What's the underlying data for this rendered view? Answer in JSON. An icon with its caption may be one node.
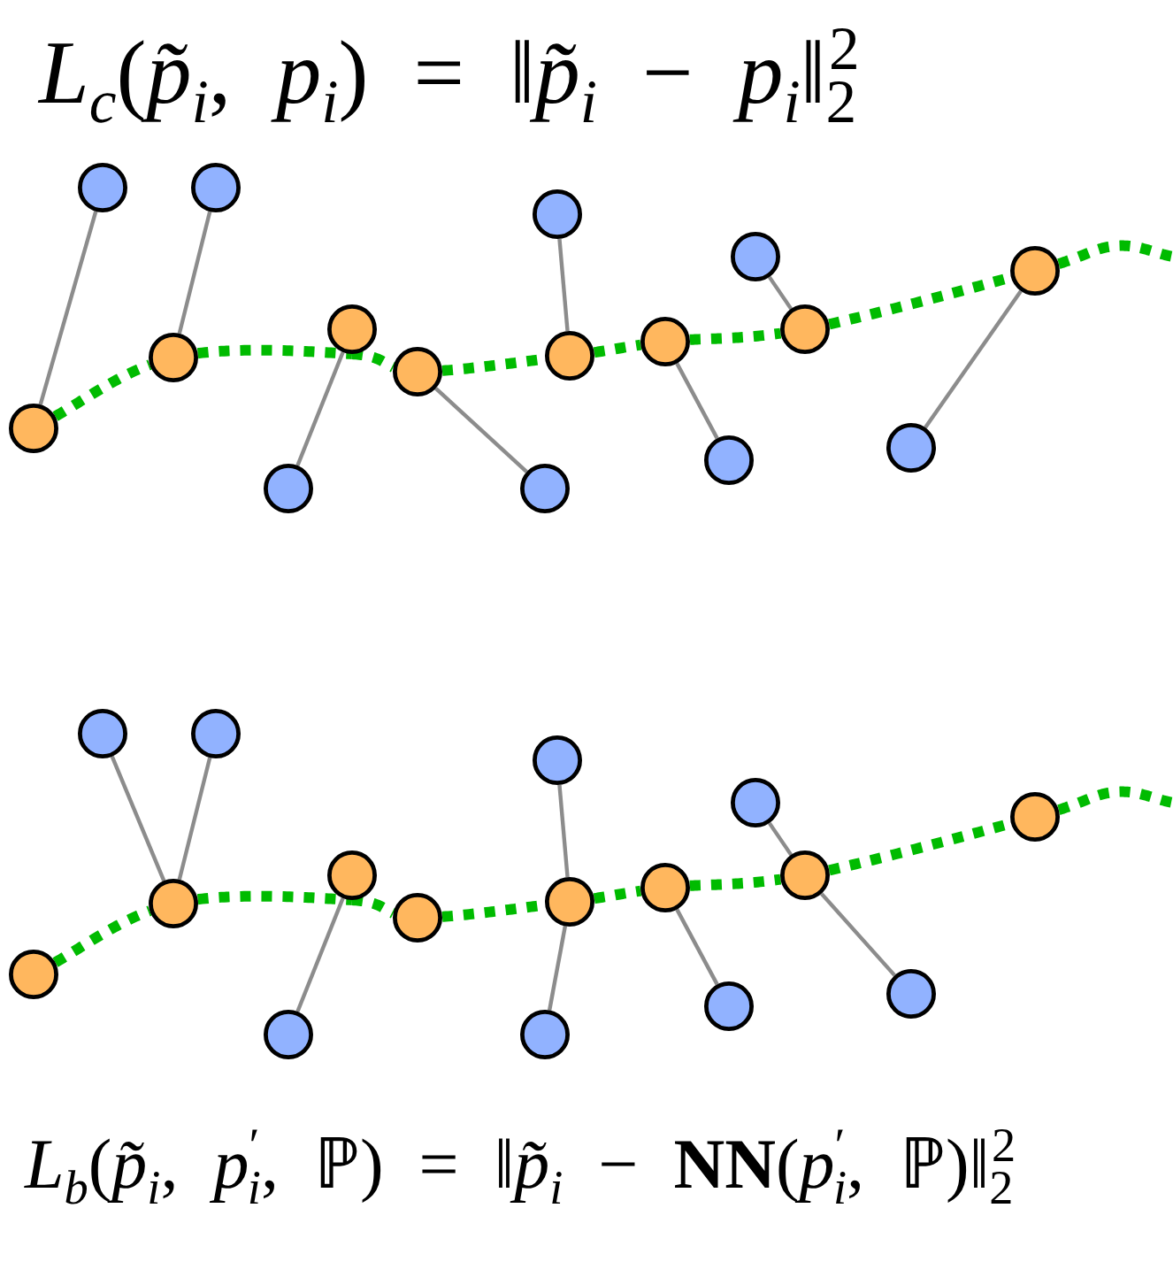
{
  "diagram": {
    "nodes": [
      {
        "text": [],
        "shape": "circle"
      },
      {
        "text": [],
        "shape": "circle"
      },
      {
        "text": [],
        "shape": "circle"
      },
      {
        "text": [],
        "shape": "circle"
      },
      {
        "text": [],
        "shape": "circle"
      },
      {
        "text": [],
        "shape": "circle"
      },
      {
        "text": [],
        "shape": "circle"
      },
      {
        "text": [],
        "shape": "circle"
      },
      {
        "text": [],
        "shape": "circle"
      },
      {
        "text": [],
        "shape": "circle"
      },
      {
        "text": [],
        "shape": "circle"
      },
      {
        "text": [],
        "shape": "circle"
      },
      {
        "text": [],
        "shape": "circle"
      },
      {
        "text": [],
        "shape": "circle"
      },
      {
        "text": [],
        "shape": "circle"
      },
      {
        "text": [],
        "shape": "circle"
      },
      {
        "text": [],
        "shape": "circle"
      },
      {
        "text": [],
        "shape": "circle"
      },
      {
        "text": [],
        "shape": "circle"
      },
      {
        "text": [],
        "shape": "circle"
      },
      {
        "text": [],
        "shape": "circle"
      },
      {
        "text": [],
        "shape": "circle"
      },
      {
        "text": [],
        "shape": "circle"
      },
      {
        "text": [],
        "shape": "circle"
      },
      {
        "text": [],
        "shape": "circle"
      },
      {
        "text": [],
        "shape": "circle"
      },
      {
        "text": [],
        "shape": "circle"
      },
      {
        "text": [],
        "shape": "circle"
      },
      {
        "text": [],
        "shape": "circle"
      },
      {
        "text": [],
        "shape": "circle"
      },
      {
        "text": [],
        "shape": "circle"
      },
      {
        "text": [],
        "shape": "circle"
      }
    ],
    "edges": [
      {
        "from": 0,
        "to": 1,
        "arrow": "none",
        "style": "dashed",
        "color": "#00bb00"
      },
      {
        "from": 1,
        "to": 2,
        "arrow": "none",
        "style": "dashed",
        "color": "#00bb00"
      },
      {
        "from": 2,
        "to": 3,
        "arrow": "none",
        "style": "dashed",
        "color": "#00bb00"
      },
      {
        "from": 3,
        "to": 4,
        "arrow": "none",
        "style": "dashed",
        "color": "#00bb00"
      },
      {
        "from": 4,
        "to": 5,
        "arrow": "none",
        "style": "dashed",
        "color": "#00bb00"
      },
      {
        "from": 5,
        "to": 6,
        "arrow": "none",
        "style": "dashed",
        "color": "#00bb00"
      },
      {
        "from": 6,
        "to": 7,
        "arrow": "none",
        "style": "dashed",
        "color": "#00bb00"
      },
      {
        "from": 7,
        "to": null,
        "arrow": "none",
        "style": "dashed",
        "color": "#00bb00"
      },
      {
        "from": 8,
        "to": 0,
        "arrow": "none",
        "color": "#8c8c8c"
      },
      {
        "from": 9,
        "to": 1,
        "arrow": "none",
        "color": "#8c8c8c"
      },
      {
        "from": 10,
        "to": 2,
        "arrow": "none",
        "color": "#8c8c8c"
      },
      {
        "from": 11,
        "to": 3,
        "arrow": "none",
        "color": "#8c8c8c"
      },
      {
        "from": 12,
        "to": 4,
        "arrow": "none",
        "color": "#8c8c8c"
      },
      {
        "from": 13,
        "to": 5,
        "arrow": "none",
        "color": "#8c8c8c"
      },
      {
        "from": 14,
        "to": 6,
        "arrow": "none",
        "color": "#8c8c8c"
      },
      {
        "from": 15,
        "to": 7,
        "arrow": "none",
        "color": "#8c8c8c"
      },
      {
        "from": 16,
        "to": 17,
        "arrow": "none",
        "style": "dashed",
        "color": "#00bb00"
      },
      {
        "from": 17,
        "to": 18,
        "arrow": "none",
        "style": "dashed",
        "color": "#00bb00"
      },
      {
        "from": 18,
        "to": 19,
        "arrow": "none",
        "style": "dashed",
        "color": "#00bb00"
      },
      {
        "from": 19,
        "to": 20,
        "arrow": "none",
        "style": "dashed",
        "color": "#00bb00"
      },
      {
        "from": 20,
        "to": 21,
        "arrow": "none",
        "style": "dashed",
        "color": "#00bb00"
      },
      {
        "from": 21,
        "to": 22,
        "arrow": "none",
        "style": "dashed",
        "color": "#00bb00"
      },
      {
        "from": 22,
        "to": 23,
        "arrow": "none",
        "style": "dashed",
        "color": "#00bb00"
      },
      {
        "from": 23,
        "to": null,
        "arrow": "none",
        "style": "dashed",
        "color": "#00bb00"
      },
      {
        "from": 24,
        "to": 17,
        "arrow": "none",
        "color": "#8c8c8c"
      },
      {
        "from": 25,
        "to": 17,
        "arrow": "none",
        "color": "#8c8c8c"
      },
      {
        "from": 26,
        "to": 18,
        "arrow": "none",
        "color": "#8c8c8c"
      },
      {
        "from": 27,
        "to": 20,
        "arrow": "none",
        "color": "#8c8c8c"
      },
      {
        "from": 28,
        "to": 20,
        "arrow": "none",
        "color": "#8c8c8c"
      },
      {
        "from": 29,
        "to": 21,
        "arrow": "none",
        "color": "#8c8c8c"
      },
      {
        "from": 30,
        "to": 22,
        "arrow": "none",
        "color": "#8c8c8c"
      },
      {
        "from": 31,
        "to": 22,
        "arrow": "none",
        "color": "#8c8c8c"
      }
    ],
    "labels": [
      "*L*$_{c}$(*p̃*$_{i}$, *p*$_{i}$) = ‖*p̃*$_{i}$ − *p*$_{i}$‖$_{2}$$^{2}$",
      "*L*$_{b}$(*p̃*$_{i}$, *p*$^{′}$$_{i}$, ℙ) = ‖*p̃*$_{i}$ − **NN**(*p*$^{′}$$_{i}$, ℙ)‖$_{2}$$^{2}$"
    ]
  }
}
